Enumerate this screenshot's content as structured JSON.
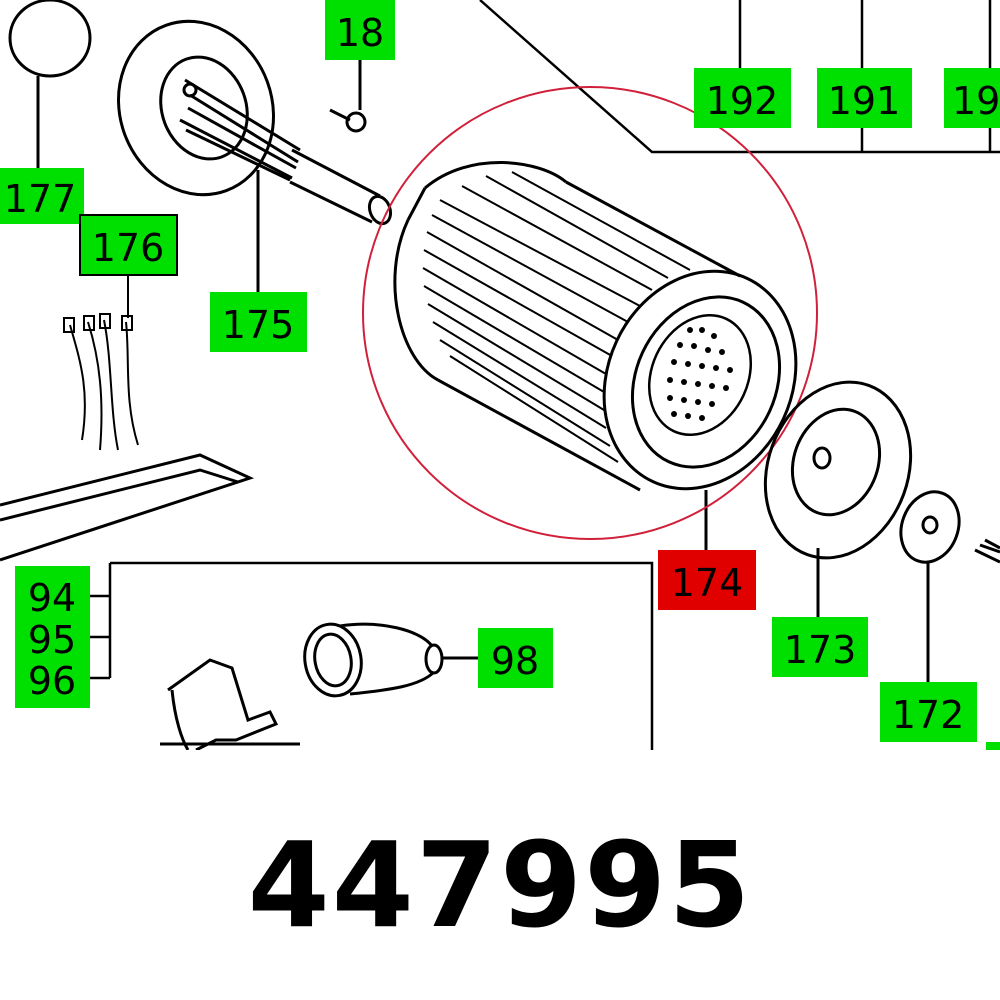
{
  "part_number": "447995",
  "colors": {
    "label_green": "#00e000",
    "label_highlight": "#e00000",
    "highlight_circle": "#d0203a",
    "line": "#000000"
  },
  "labels": {
    "l18": "18",
    "l192": "192",
    "l191": "191",
    "l19x": "19",
    "l177": "177",
    "l176": "176",
    "l175": "175",
    "l174": "174",
    "l173": "173",
    "l172": "172",
    "l94": "94",
    "l95": "95",
    "l96": "96",
    "l98": "98"
  },
  "highlighted_label": "174"
}
